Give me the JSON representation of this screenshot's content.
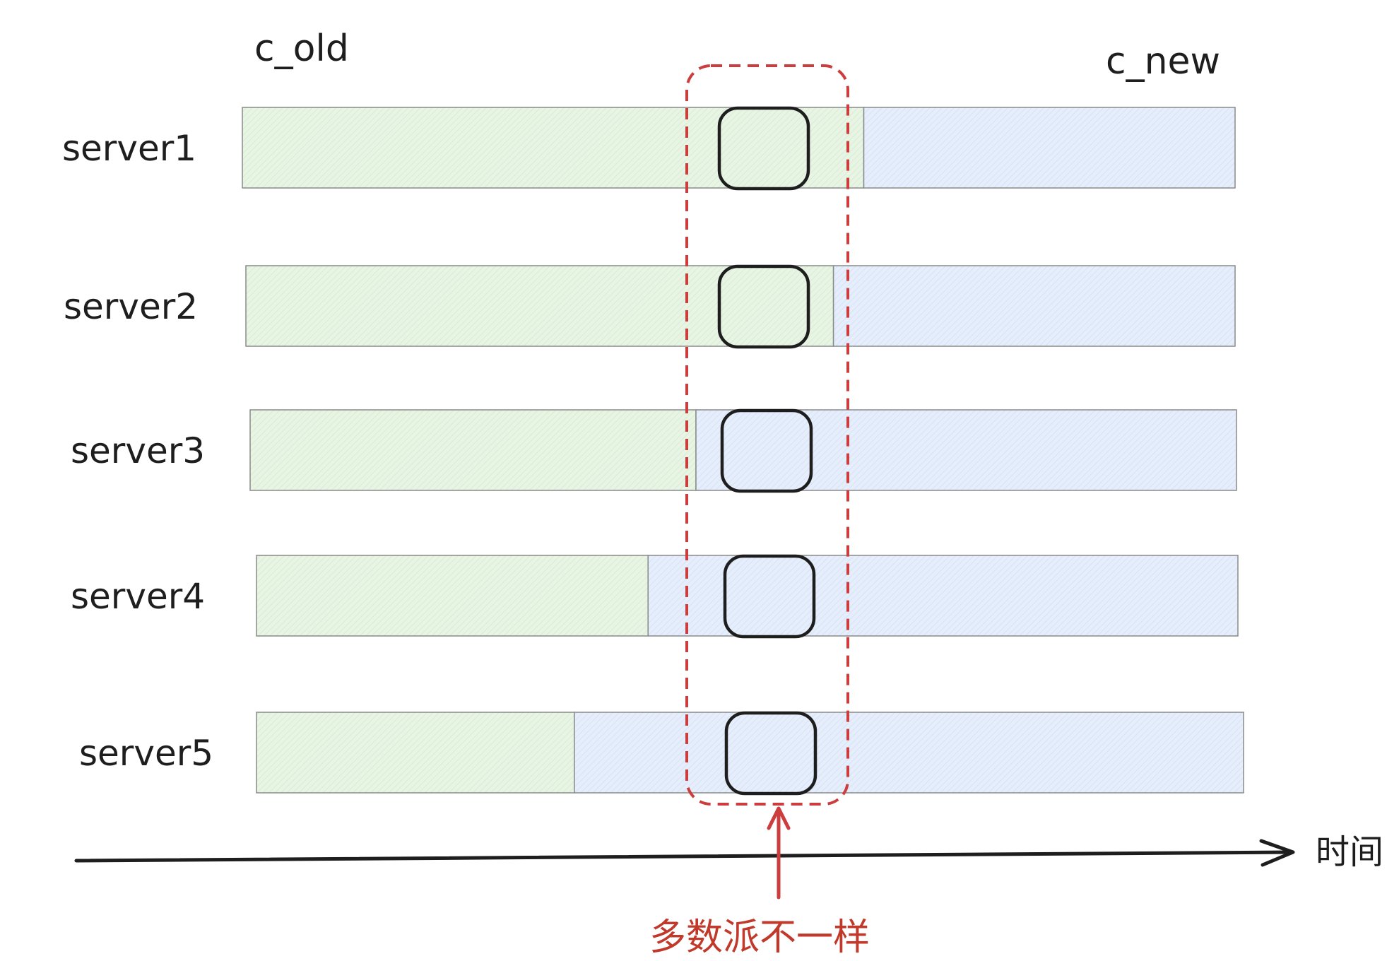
{
  "labels": {
    "c_old": "c_old",
    "c_new": "c_new",
    "time_axis": "时间",
    "annotation": "多数派不一样"
  },
  "colors": {
    "old_config_fill": "#e8f5e4",
    "new_config_fill": "#e6eefb",
    "bar_stroke": "#8a8a8a",
    "ink": "#1e1e1e",
    "highlight": "#cc3d3d"
  },
  "servers": [
    {
      "name": "server1",
      "switch_fraction": 0.626
    },
    {
      "name": "server2",
      "switch_fraction": 0.594
    },
    {
      "name": "server3",
      "switch_fraction": 0.452
    },
    {
      "name": "server4",
      "switch_fraction": 0.399
    },
    {
      "name": "server5",
      "switch_fraction": 0.322
    }
  ]
}
